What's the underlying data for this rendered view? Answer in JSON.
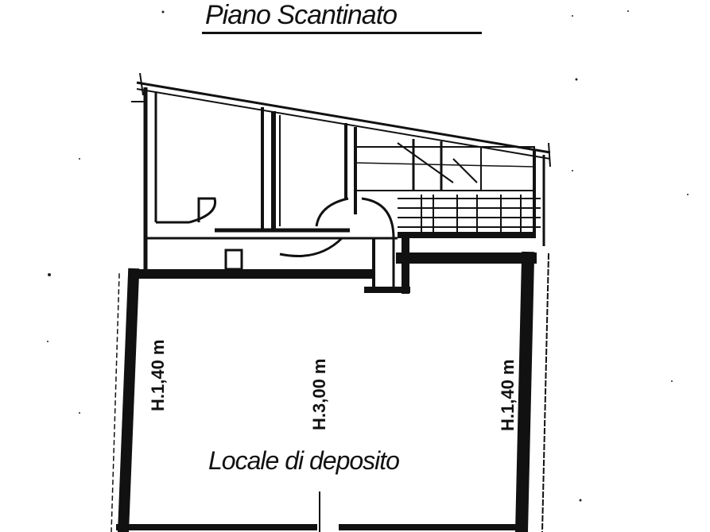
{
  "title": "Piano Scantinato",
  "room_label": "Locale di deposito",
  "heights": {
    "left": "H.1,40 m",
    "center": "H.3,00 m",
    "right": "H.1,40 m"
  },
  "colors": {
    "ink": "#111111",
    "paper": "#ffffff"
  }
}
